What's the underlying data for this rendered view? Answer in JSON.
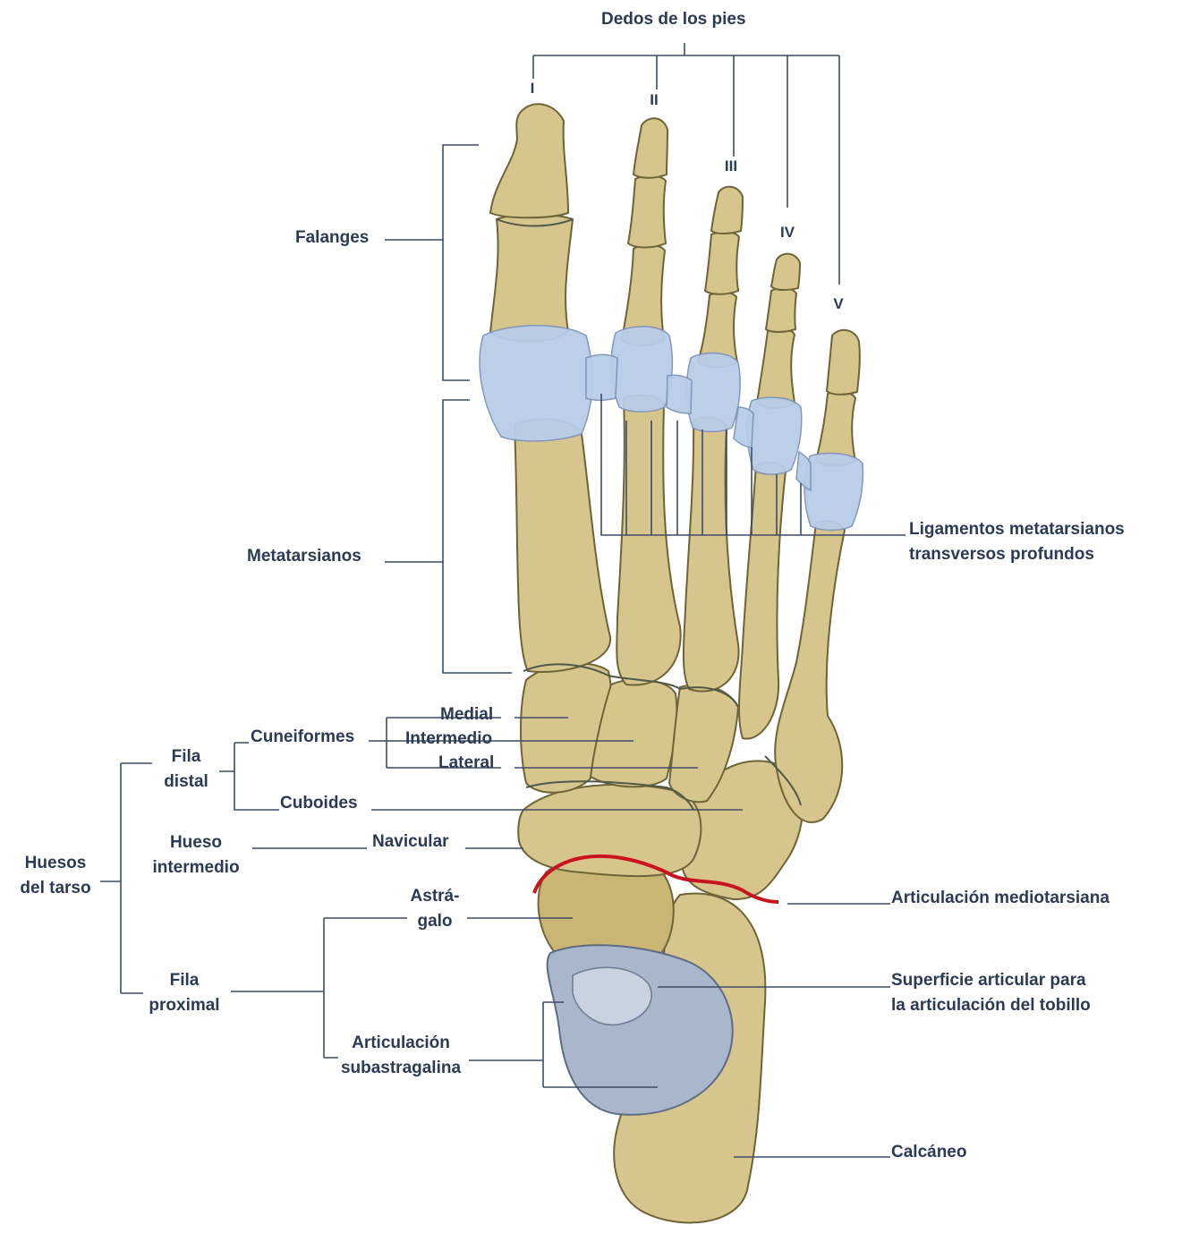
{
  "title": "Dedos de los pies",
  "toe_numbers": [
    "I",
    "II",
    "III",
    "IV",
    "V"
  ],
  "labels": {
    "falanges": "Falanges",
    "metatarsianos": "Metatarsianos",
    "ligamentos_1": "Ligamentos metatarsianos",
    "ligamentos_2": "transversos profundos",
    "cuneiformes": "Cuneiformes",
    "medial": "Medial",
    "intermedio": "Intermedio",
    "lateral": "Lateral",
    "fila_distal_1": "Fila",
    "fila_distal_2": "distal",
    "cuboides": "Cuboides",
    "hueso_intermedio_1": "Hueso",
    "hueso_intermedio_2": "intermedio",
    "navicular": "Navicular",
    "huesos_tarso_1": "Huesos",
    "huesos_tarso_2": "del tarso",
    "articulacion_mediotarsiana": "Articulación mediotarsiana",
    "astragalo_1": "Astrá-",
    "astragalo_2": "galo",
    "fila_proximal_1": "Fila",
    "fila_proximal_2": "proximal",
    "superficie_1": "Superficie articular para",
    "superficie_2": "la articulación del tobillo",
    "subastragalina_1": "Articulación",
    "subastragalina_2": "subastragalina",
    "calcaneo": "Calcáneo"
  },
  "colors": {
    "bone": "#d6c58c",
    "ligament": "#b8cde8",
    "midtarsal_joint_line": "#c8141e",
    "label_text": "#2b3a55"
  }
}
